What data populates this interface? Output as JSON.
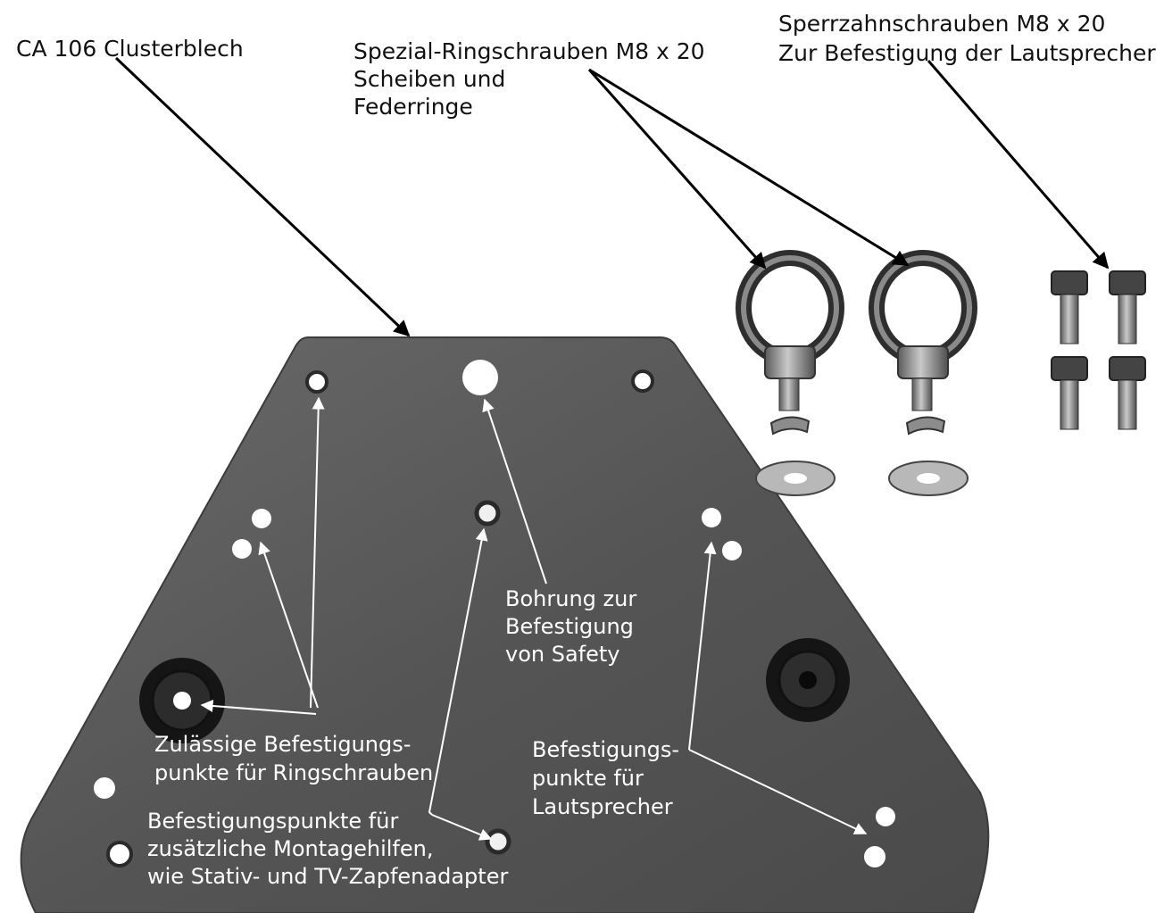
{
  "labels": {
    "cluster_sheet": "CA 106 Clusterblech",
    "eyebolts": [
      "Spezial-Ringschrauben M8 x 20",
      "Scheiben und",
      "Federringe"
    ],
    "locking_screws": [
      "Sperrzahnschrauben M8 x 20",
      "Zur Befestigung der Lautsprecher"
    ],
    "safety_hole": [
      "Bohrung zur",
      "Befestigung",
      "von Safety"
    ],
    "ringbolt_points": [
      "Zulässige Befestigungs-",
      "punkte für Ringschrauben"
    ],
    "speaker_points": [
      "Befestigungs-",
      "punkte für",
      "Lautsprecher"
    ],
    "mount_points": [
      "Befestigungspunkte für",
      "zusätzliche Montagehilfen,",
      "wie Stativ- und TV-Zapfenadapter"
    ]
  },
  "colors": {
    "plate": "#5b5b5b",
    "hardware": "#9a9a9a",
    "black_arrow": "#000000",
    "white_arrow": "#ffffff"
  }
}
